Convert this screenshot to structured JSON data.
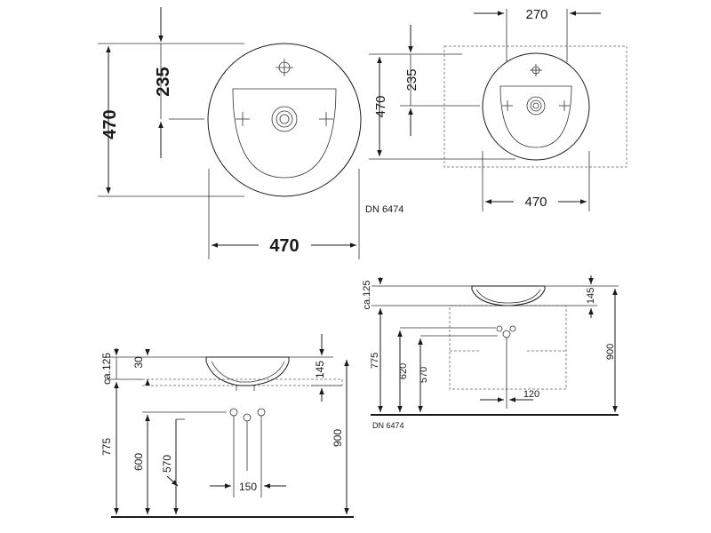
{
  "top_left_view": {
    "dim_height": "470",
    "dim_half": "235",
    "dim_width": "470"
  },
  "top_right_view": {
    "dim_tap_offset": "270",
    "dim_half": "235",
    "dim_height": "470",
    "dim_width": "470"
  },
  "model_label_top": "DN 6474",
  "bottom_left_view": {
    "dim_ca": "ca.125",
    "dim_rim": "30",
    "dim_bowl": "145",
    "dim_900": "900",
    "dim_775": "775",
    "dim_600": "600",
    "dim_570": "570",
    "dim_150": "150"
  },
  "bottom_right_view": {
    "dim_ca": "ca.125",
    "dim_145": "145",
    "dim_900": "900",
    "dim_775": "775",
    "dim_620": "620",
    "dim_570": "570",
    "dim_120": "120",
    "model_label": "DN 6474"
  }
}
